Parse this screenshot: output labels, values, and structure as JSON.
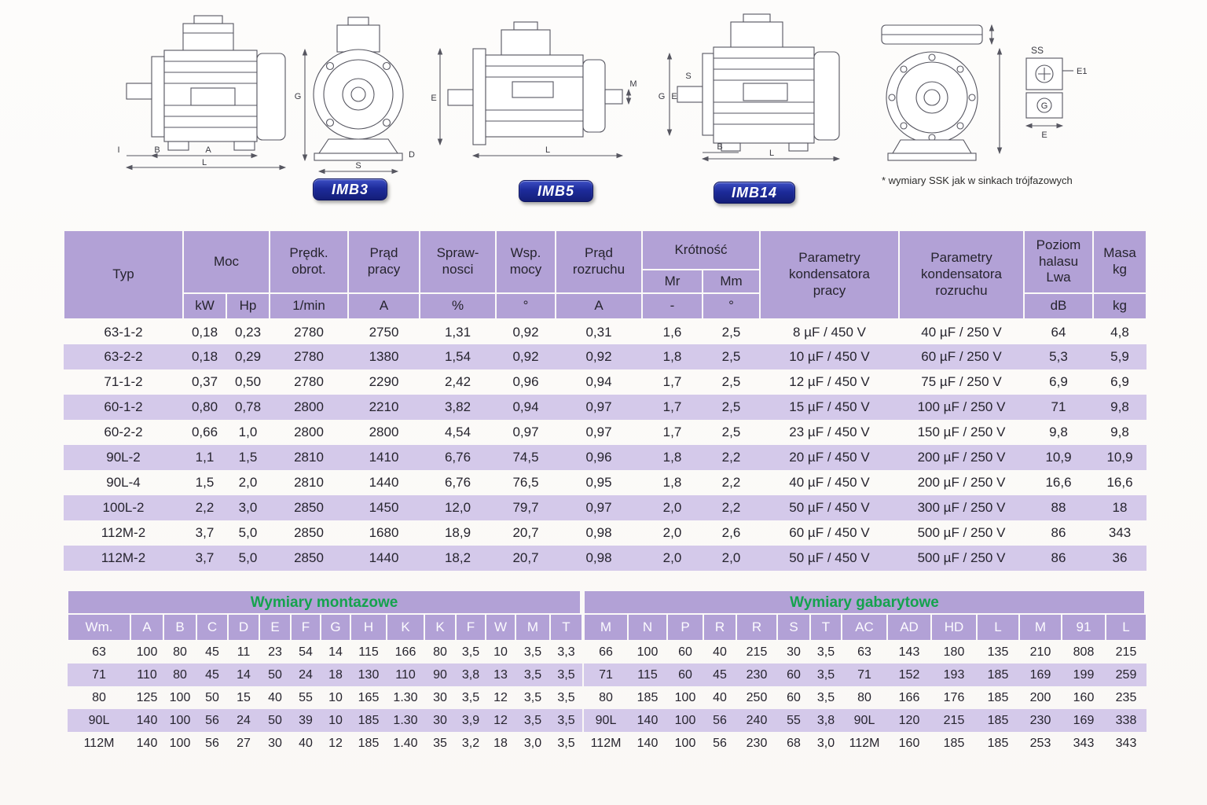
{
  "colors": {
    "header_purple": "#b2a1d6",
    "row_purple": "#d4c9ea",
    "badge_blue": "#1d2b9a",
    "title_green": "#14a24d"
  },
  "drawings": {
    "badges": [
      "IMB3",
      "IMB5",
      "IMB14"
    ],
    "footnote": "* wymiary SSK jak w sinkach trójfazowych",
    "dims": {
      "d1": [
        "A",
        "L",
        "B",
        "I"
      ],
      "d2": [
        "G",
        "S",
        "D"
      ],
      "d3": [
        "E",
        "L",
        "M"
      ],
      "d4": [
        "S",
        "G",
        "E",
        "B",
        "L"
      ],
      "d5": [
        "SS",
        "E1",
        "G",
        "E"
      ]
    }
  },
  "main_table": {
    "headers": {
      "typ": "Typ",
      "moc": "Moc",
      "predk": "Prędk.\nobrot.",
      "prad_pracy": "Prąd\npracy",
      "sprawnosc": "Spraw-\nnosci",
      "wsp_mocy": "Wsp.\nmocy",
      "prad_rozruchu": "Prąd\nrozruchu",
      "krotnosc": "Krótność",
      "mr": "Mr",
      "mm": "Mm",
      "param_pracy": "Parametry\nkondensatora\npracy",
      "param_rozruchu": "Parametry\nkondensatora\nrozruchu",
      "poziom": "Poziom\nhalasu\nLwa",
      "masa": "Masa\nkg"
    },
    "units": [
      "kW",
      "Hp",
      "1/min",
      "A",
      "%",
      "°",
      "A",
      "-",
      "°",
      "dB",
      "kg"
    ],
    "rows": [
      [
        "63-1-2",
        "0,18",
        "0,23",
        "2780",
        "2750",
        "1,31",
        "0,92",
        "0,31",
        "1,6",
        "2,5",
        "8 µF / 450 V",
        "40 µF / 250 V",
        "64",
        "4,8"
      ],
      [
        "63-2-2",
        "0,18",
        "0,29",
        "2780",
        "1380",
        "1,54",
        "0,92",
        "0,92",
        "1,8",
        "2,5",
        "10 µF / 450 V",
        "60 µF / 250 V",
        "5,3",
        "5,9"
      ],
      [
        "71-1-2",
        "0,37",
        "0,50",
        "2780",
        "2290",
        "2,42",
        "0,96",
        "0,94",
        "1,7",
        "2,5",
        "12 µF / 450 V",
        "75 µF / 250 V",
        "6,9",
        "6,9"
      ],
      [
        "60-1-2",
        "0,80",
        "0,78",
        "2800",
        "2210",
        "3,82",
        "0,94",
        "0,97",
        "1,7",
        "2,5",
        "15 µF / 450 V",
        "100 µF / 250 V",
        "71",
        "9,8"
      ],
      [
        "60-2-2",
        "0,66",
        "1,0",
        "2800",
        "2800",
        "4,54",
        "0,97",
        "0,97",
        "1,7",
        "2,5",
        "23 µF / 450 V",
        "150 µF / 250 V",
        "9,8",
        "9,8"
      ],
      [
        "90L-2",
        "1,1",
        "1,5",
        "2810",
        "1410",
        "6,76",
        "74,5",
        "0,96",
        "1,8",
        "2,2",
        "20 µF / 450 V",
        "200 µF / 250 V",
        "10,9",
        "10,9"
      ],
      [
        "90L-4",
        "1,5",
        "2,0",
        "2810",
        "1440",
        "6,76",
        "76,5",
        "0,95",
        "1,8",
        "2,2",
        "40 µF / 450 V",
        "200 µF / 250 V",
        "16,6",
        "16,6"
      ],
      [
        "100L-2",
        "2,2",
        "3,0",
        "2850",
        "1450",
        "12,0",
        "79,7",
        "0,97",
        "2,0",
        "2,2",
        "50 µF / 450 V",
        "300 µF / 250 V",
        "88",
        "18"
      ],
      [
        "112M-2",
        "3,7",
        "5,0",
        "2850",
        "1680",
        "18,9",
        "20,7",
        "0,98",
        "2,0",
        "2,6",
        "60 µF / 450 V",
        "500 µF / 250 V",
        "86",
        "343"
      ],
      [
        "112M-2",
        "3,7",
        "5,0",
        "2850",
        "1440",
        "18,2",
        "20,7",
        "0,98",
        "2,0",
        "2,0",
        "50 µF / 450 V",
        "500 µF / 250 V",
        "86",
        "36"
      ]
    ]
  },
  "dim_tables": {
    "montazowe": {
      "title": "Wymiary montazowe",
      "columns": [
        "Wm.",
        "A",
        "B",
        "C",
        "D",
        "E",
        "F",
        "G",
        "H",
        "K",
        "K",
        "F",
        "W",
        "M",
        "T"
      ],
      "rows": [
        [
          "63",
          "100",
          "80",
          "45",
          "11",
          "23",
          "54",
          "14",
          "115",
          "166",
          "80",
          "3,5",
          "10",
          "3,5",
          "3,3"
        ],
        [
          "71",
          "110",
          "80",
          "45",
          "14",
          "50",
          "24",
          "18",
          "130",
          "110",
          "90",
          "3,8",
          "13",
          "3,5",
          "3,5"
        ],
        [
          "80",
          "125",
          "100",
          "50",
          "15",
          "40",
          "55",
          "10",
          "165",
          "1.30",
          "30",
          "3,5",
          "12",
          "3,5",
          "3,5"
        ],
        [
          "90L",
          "140",
          "100",
          "56",
          "24",
          "50",
          "39",
          "10",
          "185",
          "1.30",
          "30",
          "3,9",
          "12",
          "3,5",
          "3,5"
        ],
        [
          "112M",
          "140",
          "100",
          "56",
          "27",
          "30",
          "40",
          "12",
          "185",
          "1.40",
          "35",
          "3,2",
          "18",
          "3,0",
          "3,5"
        ]
      ]
    },
    "gabarytowe": {
      "title": "Wymiary gabarytowe",
      "columns": [
        "M",
        "N",
        "P",
        "R",
        "R",
        "S",
        "T",
        "AC",
        "AD",
        "HD",
        "L",
        "M",
        "91",
        "L"
      ],
      "rows": [
        [
          "66",
          "100",
          "60",
          "40",
          "215",
          "30",
          "3,5",
          "63",
          "143",
          "180",
          "135",
          "210",
          "808",
          "215"
        ],
        [
          "71",
          "115",
          "60",
          "45",
          "230",
          "60",
          "3,5",
          "71",
          "152",
          "193",
          "185",
          "169",
          "199",
          "259"
        ],
        [
          "80",
          "185",
          "100",
          "40",
          "250",
          "60",
          "3,5",
          "80",
          "166",
          "176",
          "185",
          "200",
          "160",
          "235"
        ],
        [
          "90L",
          "140",
          "100",
          "56",
          "240",
          "55",
          "3,8",
          "90L",
          "120",
          "215",
          "185",
          "230",
          "169",
          "338"
        ],
        [
          "112M",
          "140",
          "100",
          "56",
          "230",
          "68",
          "3,0",
          "112M",
          "160",
          "185",
          "185",
          "253",
          "343",
          "343"
        ]
      ]
    }
  }
}
